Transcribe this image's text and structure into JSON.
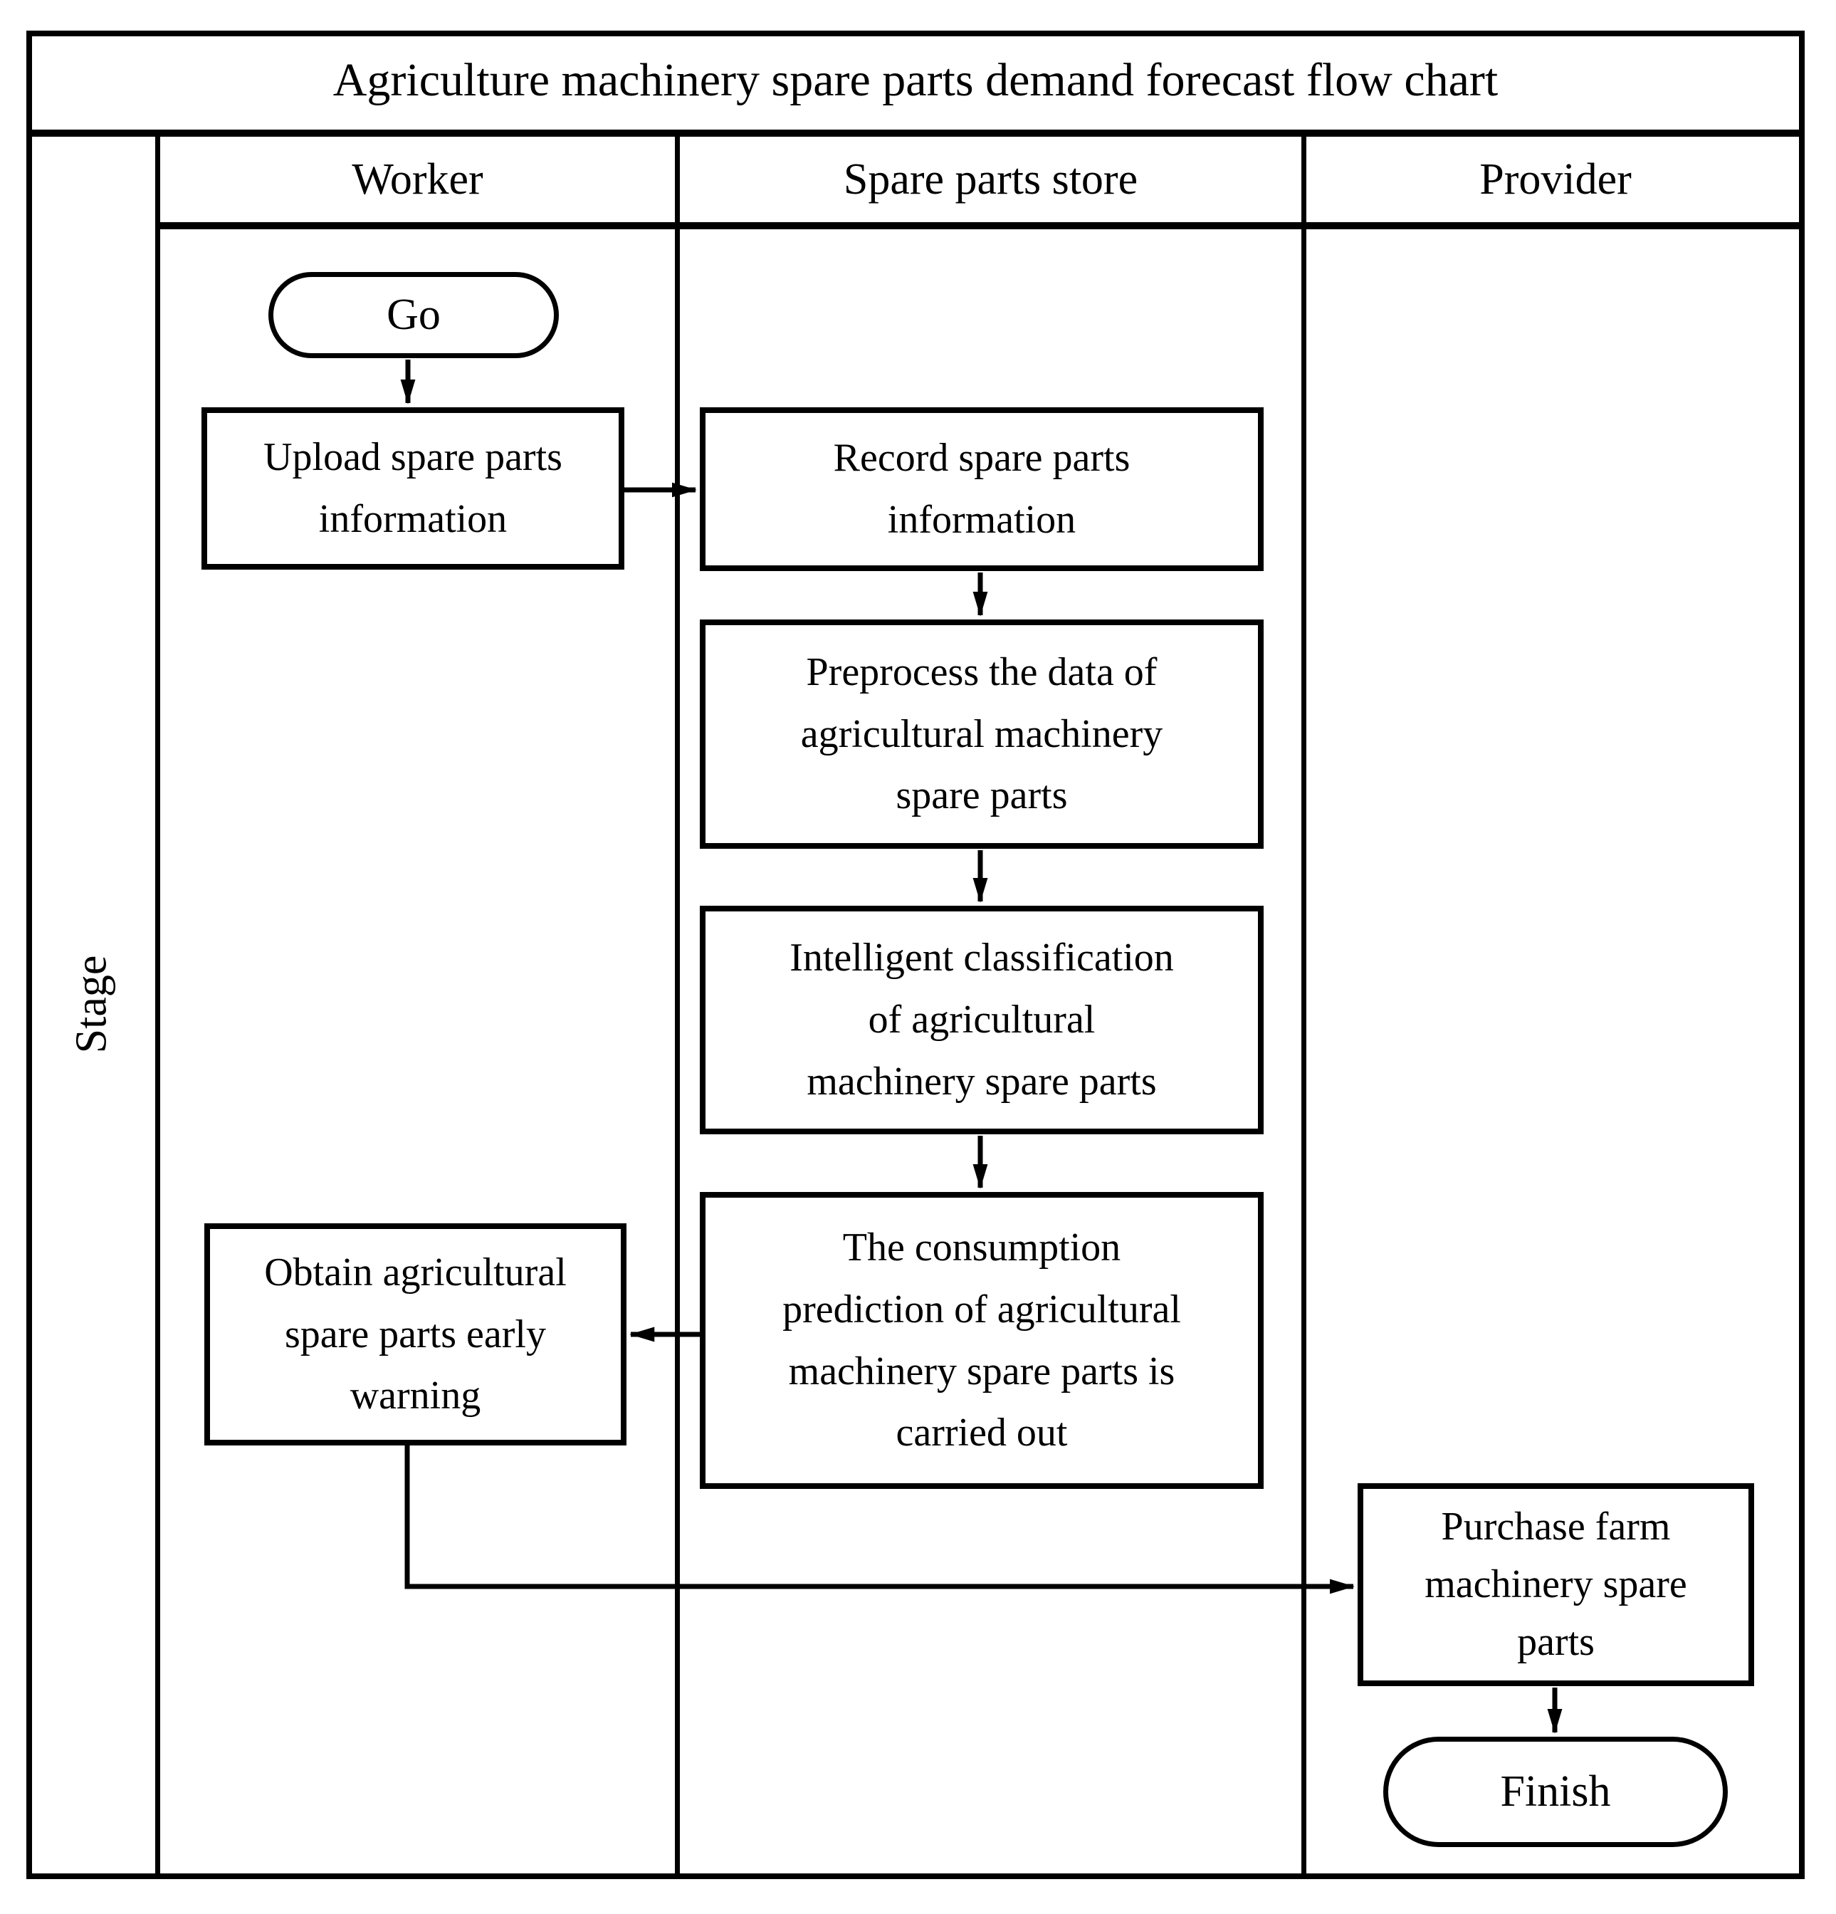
{
  "title": "Agriculture machinery spare parts demand forecast flow chart",
  "stage_column": {
    "label": "Stage"
  },
  "lanes": {
    "worker": {
      "label": "Worker"
    },
    "store": {
      "label": "Spare parts store"
    },
    "provider": {
      "label": "Provider"
    }
  },
  "nodes": {
    "start": {
      "type": "terminator",
      "label": "Go"
    },
    "upload": {
      "type": "process",
      "label": "Upload spare parts\ninformation"
    },
    "record": {
      "type": "process",
      "label": "Record spare parts\ninformation"
    },
    "preprocess": {
      "type": "process",
      "label": "Preprocess the data of\nagricultural machinery\nspare parts"
    },
    "classify": {
      "type": "process",
      "label": "Intelligent classification\nof agricultural\nmachinery spare parts"
    },
    "predict": {
      "type": "process",
      "label": "The consumption\nprediction of agricultural\nmachinery spare parts is\ncarried out"
    },
    "warning": {
      "type": "process",
      "label": "Obtain agricultural\nspare parts early\nwarning"
    },
    "purchase": {
      "type": "process",
      "label": "Purchase farm\nmachinery spare\nparts"
    },
    "finish": {
      "type": "terminator",
      "label": "Finish"
    }
  },
  "edges": [
    {
      "from": "start",
      "to": "upload"
    },
    {
      "from": "upload",
      "to": "record"
    },
    {
      "from": "record",
      "to": "preprocess"
    },
    {
      "from": "preprocess",
      "to": "classify"
    },
    {
      "from": "classify",
      "to": "predict"
    },
    {
      "from": "predict",
      "to": "warning"
    },
    {
      "from": "warning",
      "to": "purchase"
    },
    {
      "from": "purchase",
      "to": "finish"
    }
  ],
  "colors": {
    "line": "#000000",
    "background": "#ffffff",
    "text": "#000000"
  }
}
